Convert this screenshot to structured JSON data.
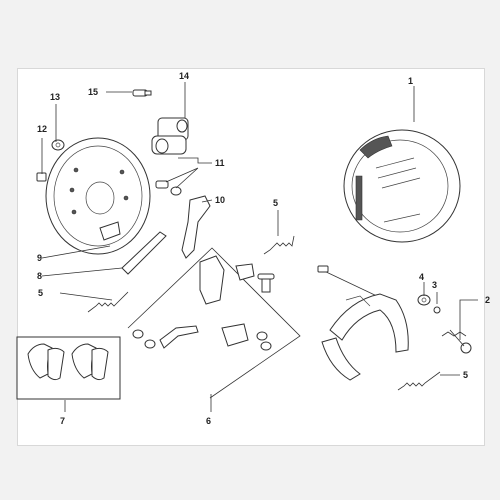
{
  "callouts": {
    "c1": "1",
    "c2": "2",
    "c3": "3",
    "c4": "4",
    "c5a": "5",
    "c5b": "5",
    "c5c": "5",
    "c6": "6",
    "c7": "7",
    "c8": "8",
    "c9": "9",
    "c10": "10",
    "c11": "11",
    "c12": "12",
    "c13": "13",
    "c14": "14",
    "c15": "15"
  }
}
